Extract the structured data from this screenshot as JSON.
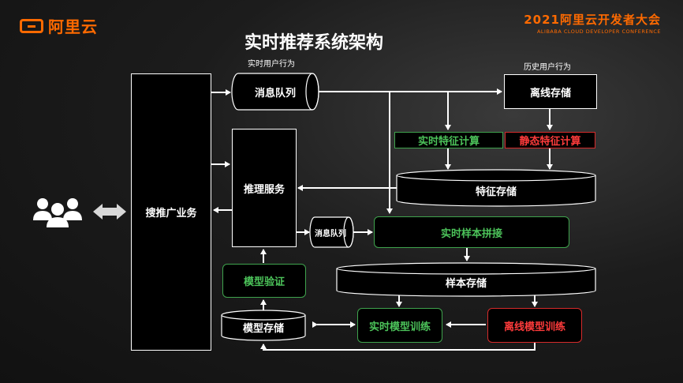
{
  "brand": {
    "logo_text": "阿里云"
  },
  "conference": {
    "title": "2021阿里云开发者大会",
    "subtitle": "ALIBABA CLOUD DEVELOPER CONFERENCE"
  },
  "diagram": {
    "title": "实时推荐系统架构",
    "notes": {
      "realtime_behavior": "实时用户行为",
      "history_behavior": "历史用户行为"
    },
    "nodes": {
      "search_business": "搜推广业务",
      "message_queue_top": "消息队列",
      "offline_storage": "离线存储",
      "realtime_feature_compute": "实时特征计算",
      "static_feature_compute": "静态特征计算",
      "feature_storage": "特征存储",
      "inference_service": "推理服务",
      "message_queue_small": "消息队列",
      "realtime_sample_join": "实时样本拼接",
      "sample_storage": "样本存储",
      "model_validation": "模型验证",
      "model_storage": "模型存储",
      "realtime_model_training": "实时模型训练",
      "offline_model_training": "离线模型训练"
    }
  }
}
